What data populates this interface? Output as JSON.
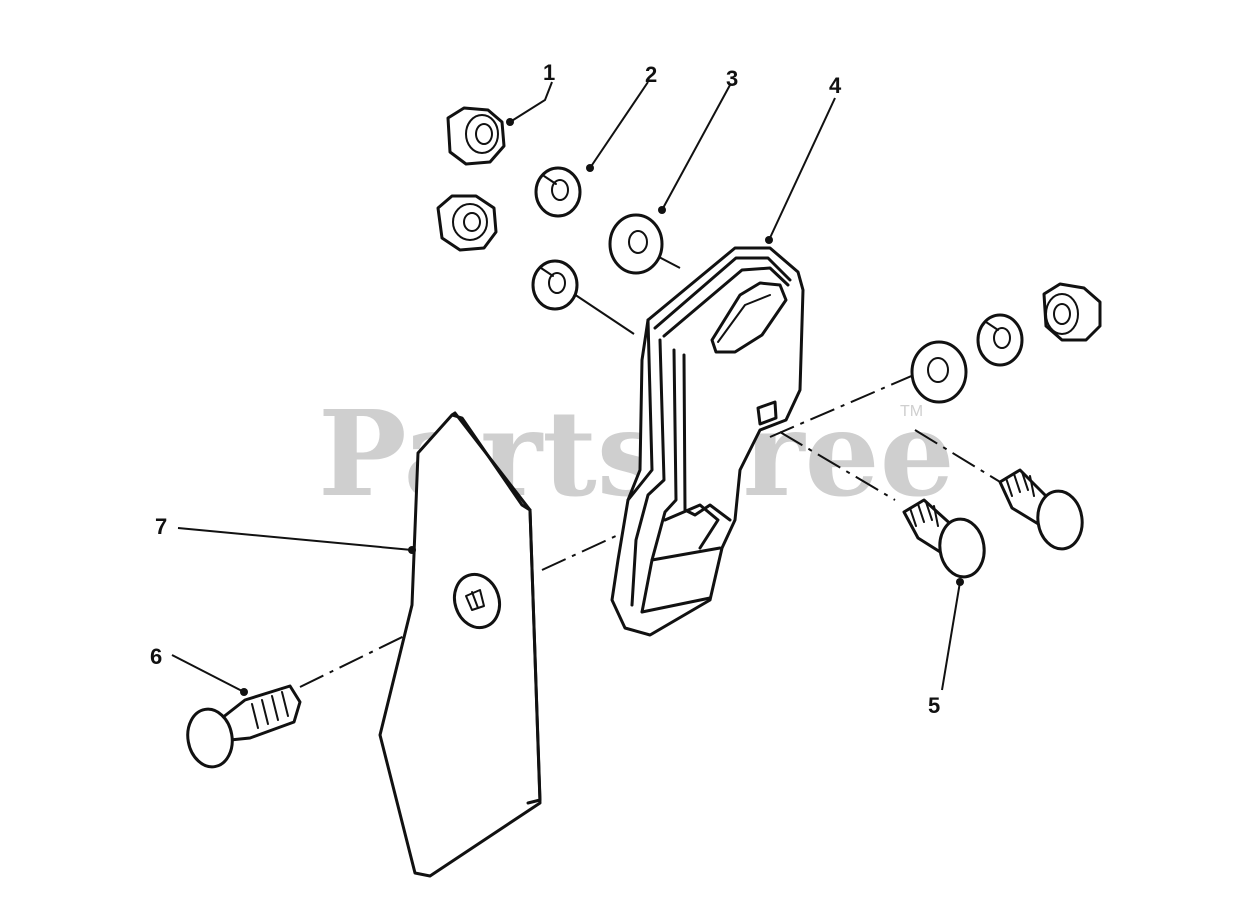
{
  "watermark": {
    "text": "PartsTree",
    "trademark": "TM"
  },
  "callouts": [
    {
      "id": "1",
      "label": "1"
    },
    {
      "id": "2",
      "label": "2"
    },
    {
      "id": "3",
      "label": "3"
    },
    {
      "id": "4",
      "label": "4"
    },
    {
      "id": "5",
      "label": "5"
    },
    {
      "id": "6",
      "label": "6"
    },
    {
      "id": "7",
      "label": "7"
    }
  ]
}
